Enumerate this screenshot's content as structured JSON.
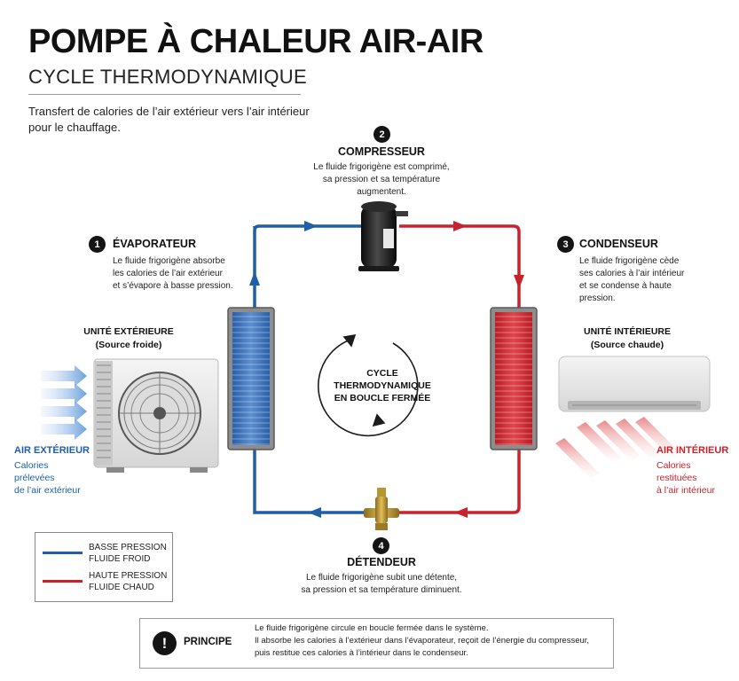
{
  "header": {
    "title": "POMPE À CHALEUR AIR-AIR",
    "subtitle": "CYCLE THERMODYNAMIQUE",
    "intro": "Transfert de calories de l’air extérieur vers l’air intérieur pour le chauffage."
  },
  "steps": [
    {
      "number": "1",
      "title": "ÉVAPORATEUR",
      "lines": [
        "Le fluide frigorigène absorbe",
        "les calories de l’air extérieur",
        "et s’évapore à basse pression."
      ]
    },
    {
      "number": "2",
      "title": "COMPRESSEUR",
      "lines": [
        "Le fluide frigorigène est comprimé,",
        "sa pression et sa température",
        "augmentent."
      ]
    },
    {
      "number": "3",
      "title": "CONDENSEUR",
      "lines": [
        "Le fluide frigorigène cède",
        "ses calories à l’air intérieur",
        "et se condense à haute",
        "pression."
      ]
    },
    {
      "number": "4",
      "title": "DÉTENDEUR",
      "lines": [
        "Le fluide frigorigène subit une détente,",
        "sa pression et sa température diminuent."
      ]
    }
  ],
  "outdoor_unit": {
    "title": "UNITÉ EXTÉRIEURE",
    "source": "(Source froide)"
  },
  "indoor_unit": {
    "title": "UNITÉ INTÉRIEURE",
    "source": "(Source chaude)"
  },
  "outside_air": {
    "title": "AIR EXTÉRIEUR",
    "lines": [
      "Calories",
      "prélevées",
      "de l’air extérieur"
    ]
  },
  "inside_air": {
    "title": "AIR INTÉRIEUR",
    "lines": [
      "Calories",
      "restituées",
      "à l’air intérieur"
    ]
  },
  "cycle_label": {
    "lines": [
      "CYCLE",
      "THERMODYNAMIQUE",
      "EN BOUCLE FERMÉE"
    ]
  },
  "legend": {
    "low": {
      "line1": "BASSE PRESSION",
      "line2": "FLUIDE FROID",
      "color": "#1f5fa8"
    },
    "high": {
      "line1": "HAUTE PRESSION",
      "line2": "FLUIDE CHAUD",
      "color": "#c8232c"
    }
  },
  "principle": {
    "icon": "exclamation-icon",
    "title": "PRINCIPE",
    "lines": [
      "Le fluide frigorigène circule en boucle fermée dans le système.",
      "Il absorbe les calories à l’extérieur dans l’évaporateur, reçoit de l’énergie du compresseur,",
      "puis restitue ces calories à l’intérieur dans le condenseur."
    ]
  },
  "colors": {
    "blue": "#1f5fa8",
    "red": "#c8232c",
    "outside_text": "#1f5fa8",
    "inside_text": "#c8232c"
  }
}
